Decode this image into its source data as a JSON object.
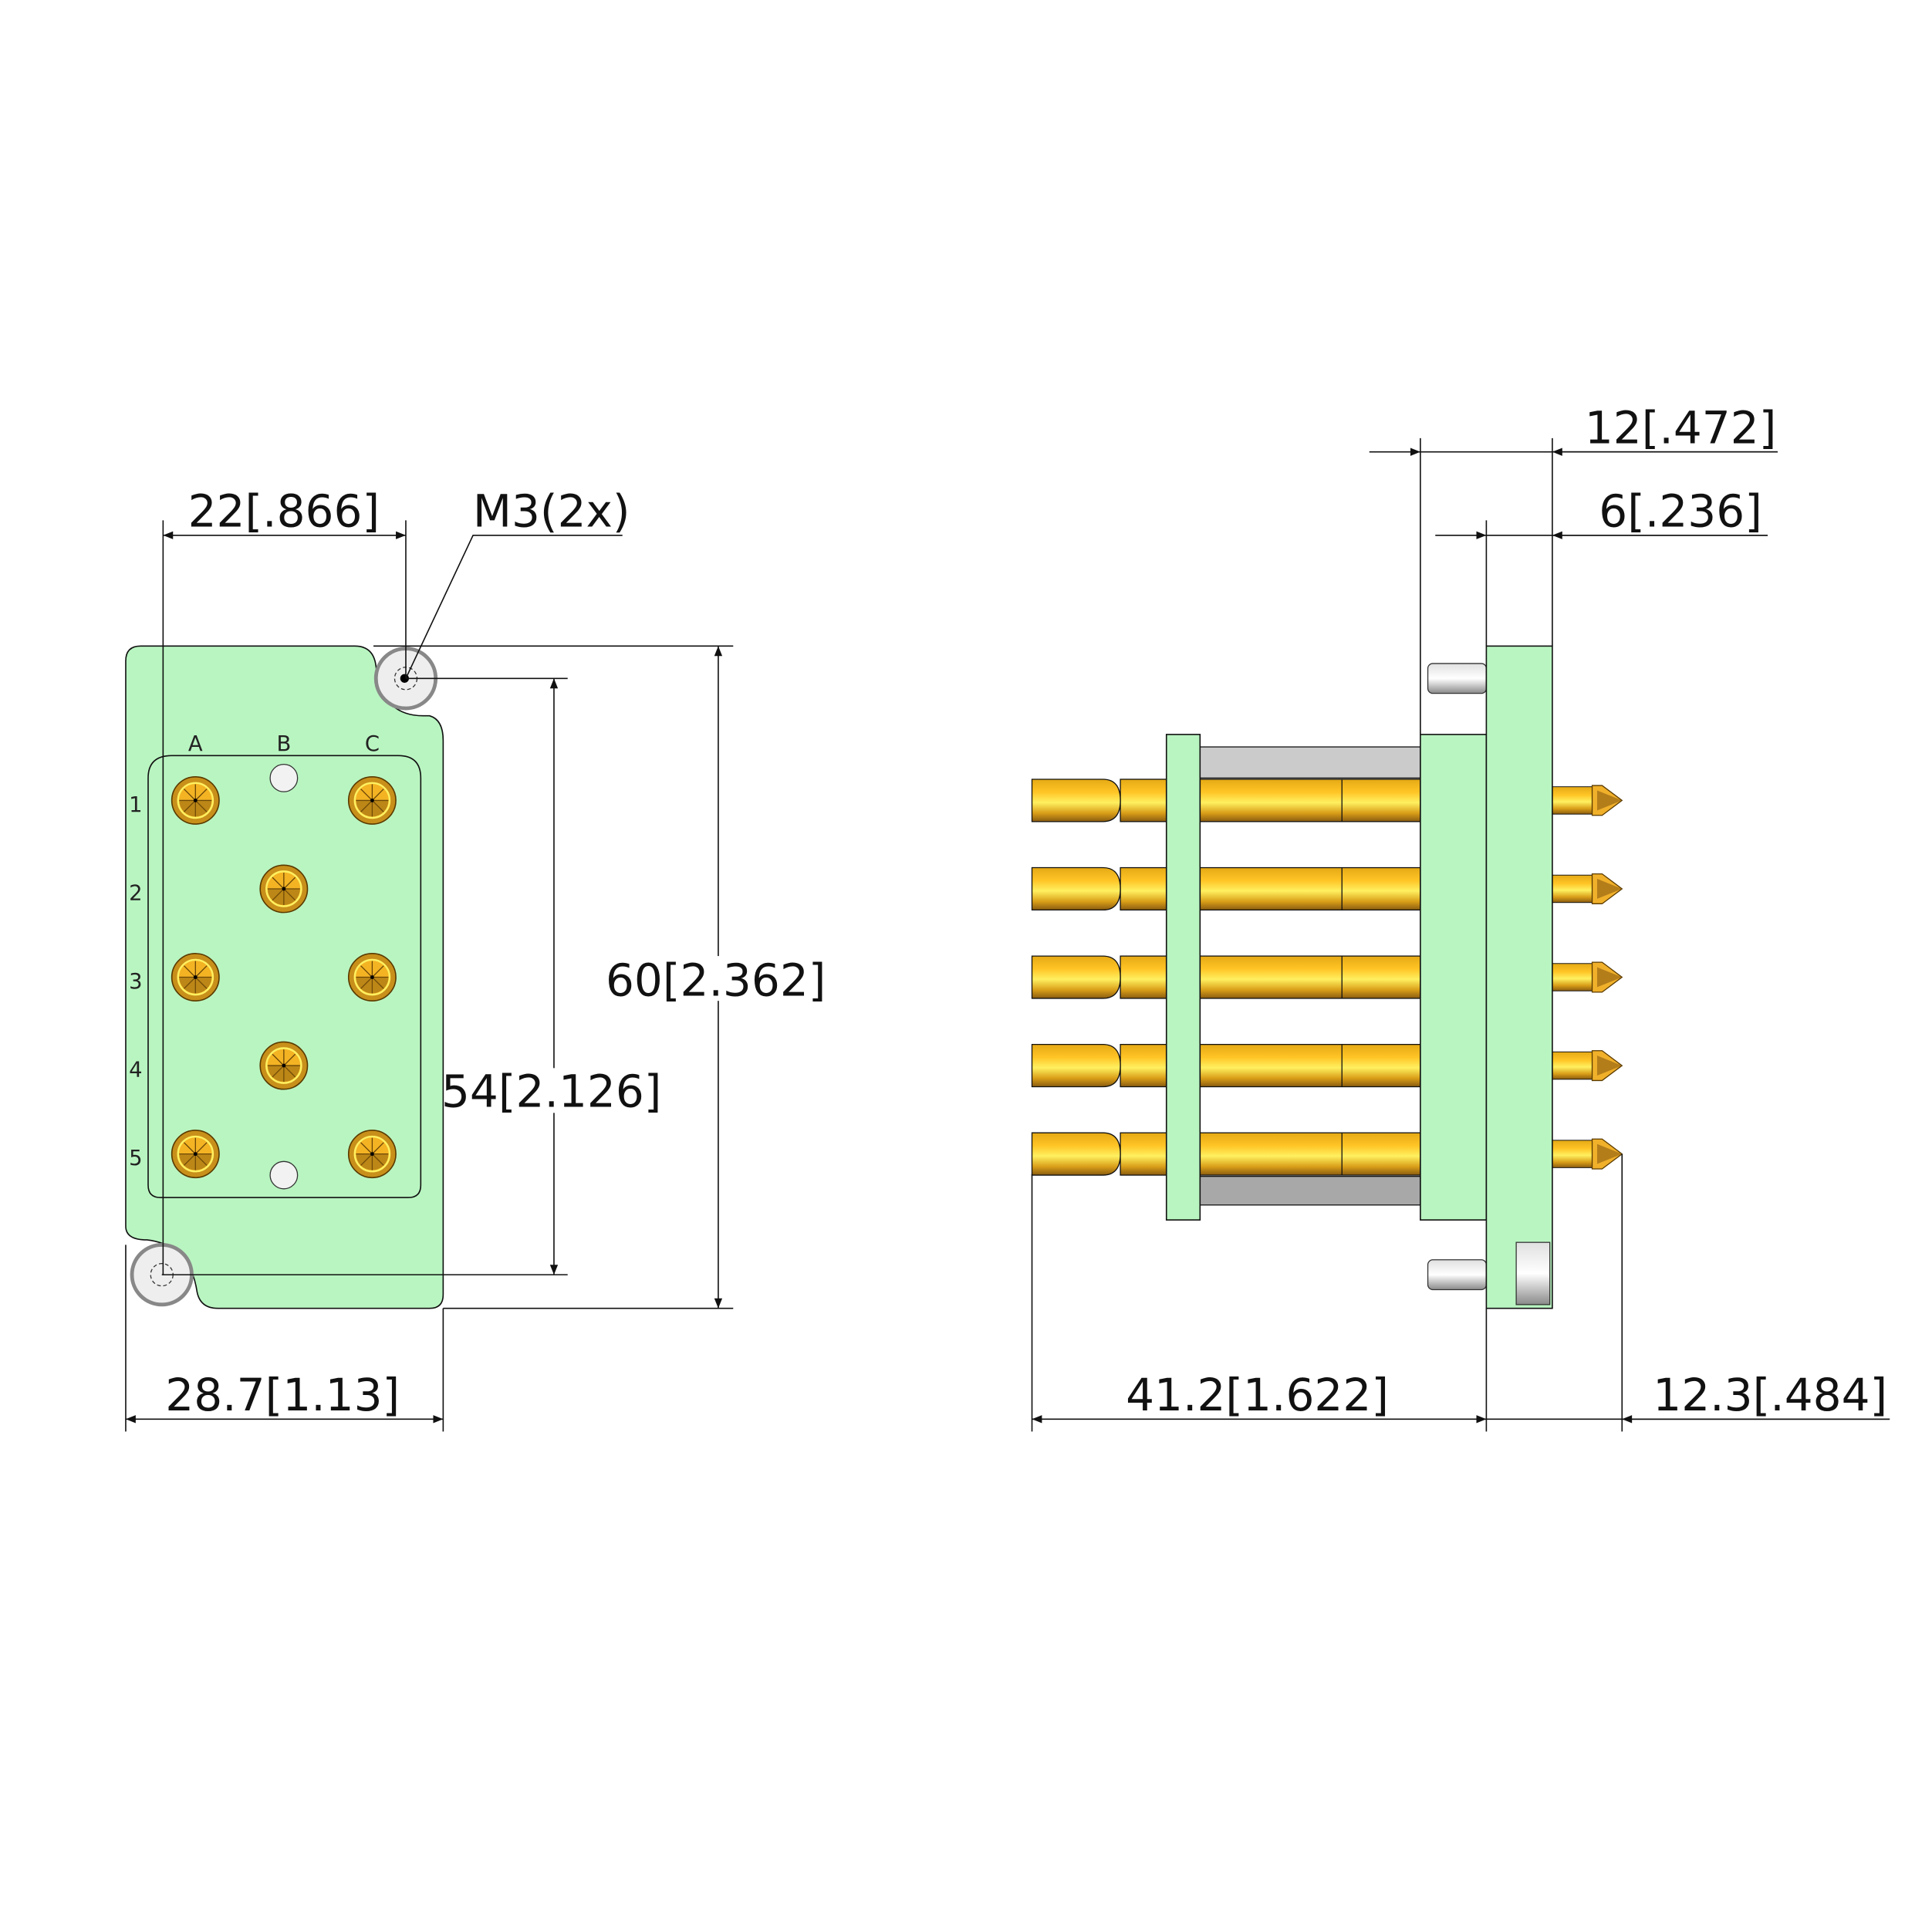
{
  "colors": {
    "plastic": "#b9f5c1",
    "gold": "#ffc425",
    "gold_dark": "#9a6a12",
    "steel": "#cbcbcb",
    "line": "#111111"
  },
  "front_view": {
    "columns": [
      "A",
      "B",
      "C"
    ],
    "rows": [
      "1",
      "2",
      "3",
      "4",
      "5"
    ],
    "dimensions": {
      "pin_pitch_width": "22[.866]",
      "thread": "M3(2x)",
      "hole_spacing": "54[2.126]",
      "height": "60[2.362]",
      "width": "28.7[1.13]"
    }
  },
  "side_view": {
    "dimensions": {
      "flange_depth": "12[.472]",
      "flange_thickness": "6[.236]",
      "rear_length": "41.2[1.622]",
      "front_length": "12.3[.484]"
    }
  }
}
